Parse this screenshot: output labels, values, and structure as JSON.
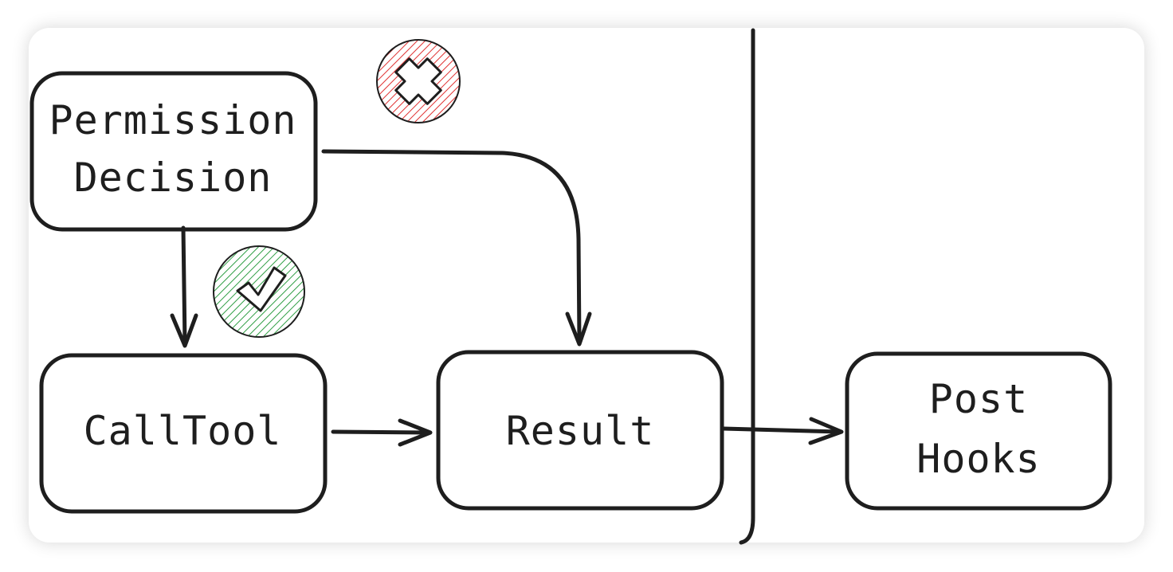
{
  "nodes": {
    "permission_decision": {
      "line1": "Permission",
      "line2": "Decision"
    },
    "call_tool": {
      "label": "CallTool"
    },
    "result": {
      "label": "Result"
    },
    "post_hooks": {
      "line1": "Post",
      "line2": "Hooks"
    }
  },
  "badges": {
    "deny": {
      "icon": "cross-icon",
      "color": "#e03131"
    },
    "allow": {
      "icon": "check-icon",
      "color": "#2f9e44"
    }
  },
  "colors": {
    "stroke": "#1e1e1e",
    "background": "#ffffff"
  }
}
